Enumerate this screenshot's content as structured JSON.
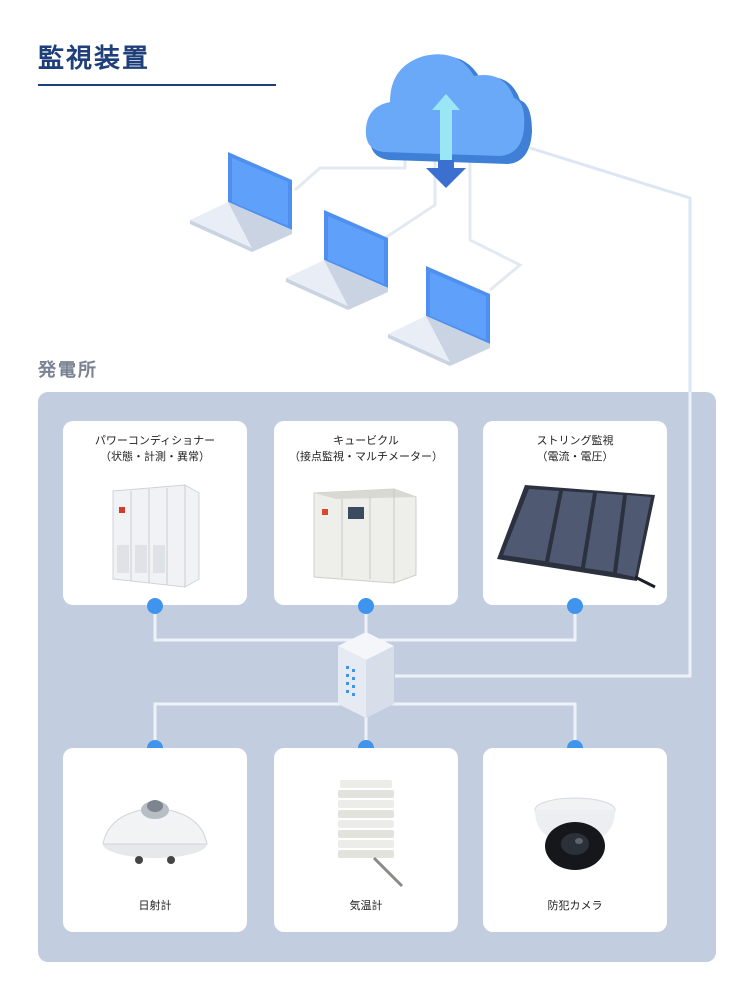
{
  "header": {
    "title": "監視装置"
  },
  "plant": {
    "title": "発電所"
  },
  "devices_top": [
    {
      "label_line1": "パワーコンディショナー",
      "label_line2": "（状態・計測・異常）"
    },
    {
      "label_line1": "キュービクル",
      "label_line2": "（接点監視・マルチメーター）"
    },
    {
      "label_line1": "ストリング監視",
      "label_line2": "（電流・電圧）"
    }
  ],
  "devices_bottom": [
    {
      "label": "日射計"
    },
    {
      "label": "気温計"
    },
    {
      "label": "防犯カメラ"
    }
  ],
  "colors": {
    "title": "#1f3f7a",
    "panel": "#c2cde0",
    "connector": "#3f95ee",
    "line": "#dde6f5",
    "cloud": "#5aa0f5"
  },
  "icons": [
    "cloud-icon",
    "laptop-icon",
    "server-icon",
    "power-conditioner-icon",
    "cubicle-icon",
    "solar-panel-icon",
    "pyranometer-icon",
    "thermometer-shelter-icon",
    "security-camera-icon"
  ]
}
